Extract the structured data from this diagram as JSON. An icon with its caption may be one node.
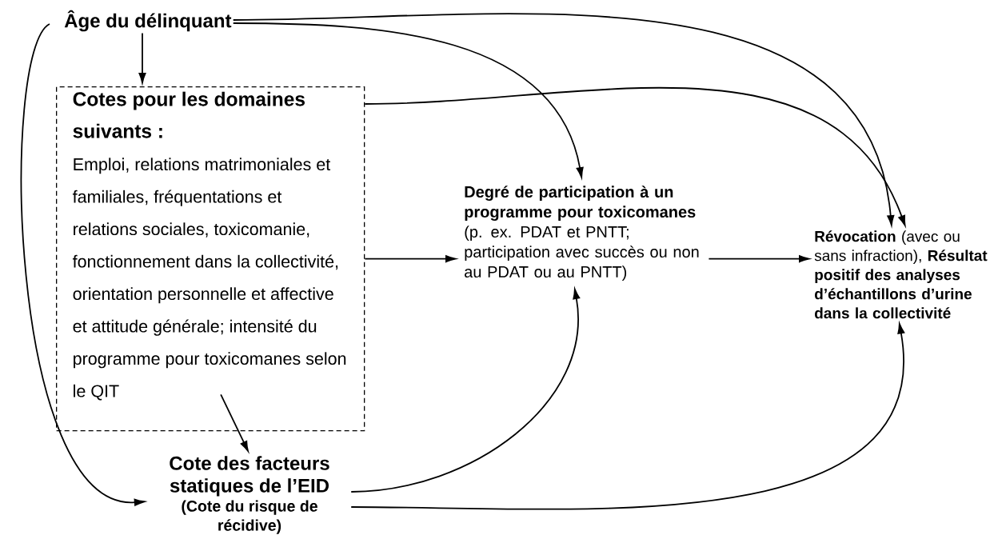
{
  "diagram": {
    "nodes": [
      {
        "text": [
          "Âge du délinquant"
        ]
      },
      {
        "text": [
          "Cotes pour les domaines suivants :",
          "Emploi, relations matrimoniales et familiales, fréquentations et relations sociales, toxicomanie, fonctionnement dans la collectivité, orientation personnelle et affective et attitude générale; intensité du programme pour toxicomanes selon le QIT"
        ]
      },
      {
        "text": [
          "**Degré de participation à un programme pour toxicomanes** (p. ex. PDAT et PNTT; participation avec succès ou non au PDAT ou au PNTT)"
        ]
      },
      {
        "text": [
          "**Révocation** (avec ou sans infraction), **Résultat positif des analyses d’échantillons d’urine dans la collectivité**"
        ]
      },
      {
        "text": [
          "Cote des facteurs statiques de l’EID",
          "(Cote du risque de récidive)"
        ]
      }
    ],
    "edges": [
      {
        "from": 0,
        "to": 1,
        "arrow": "to"
      },
      {
        "from": 0,
        "to": 2,
        "arrow": "to"
      },
      {
        "from": 0,
        "to": 3,
        "arrow": "to"
      },
      {
        "from": 0,
        "to": 4,
        "arrow": "to"
      },
      {
        "from": 1,
        "to": 2,
        "arrow": "to"
      },
      {
        "from": 1,
        "to": 3,
        "arrow": "to"
      },
      {
        "from": 1,
        "to": 4,
        "arrow": "to"
      },
      {
        "from": 2,
        "to": 3,
        "arrow": "to"
      },
      {
        "from": 4,
        "to": 2,
        "arrow": "to"
      },
      {
        "from": 4,
        "to": 3,
        "arrow": "to"
      }
    ]
  }
}
